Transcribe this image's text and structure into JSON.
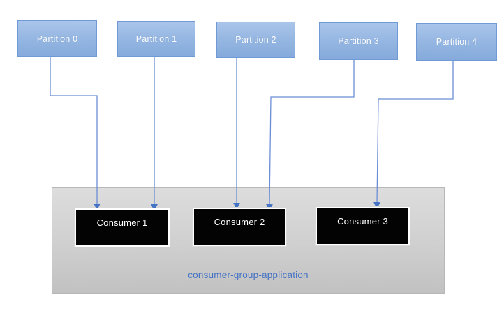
{
  "diagram": {
    "partitions": [
      {
        "label": "Partition 0"
      },
      {
        "label": "Partition 1"
      },
      {
        "label": "Partition 2"
      },
      {
        "label": "Partition 3"
      },
      {
        "label": "Partition 4"
      }
    ],
    "consumers": [
      {
        "label": "Consumer 1"
      },
      {
        "label": "Consumer 2"
      },
      {
        "label": "Consumer 3"
      }
    ],
    "group": {
      "label": "consumer-group-application"
    },
    "connections": [
      {
        "from": "Partition 0",
        "to": "Consumer 1"
      },
      {
        "from": "Partition 1",
        "to": "Consumer 1"
      },
      {
        "from": "Partition 2",
        "to": "Consumer 2"
      },
      {
        "from": "Partition 3",
        "to": "Consumer 2"
      },
      {
        "from": "Partition 4",
        "to": "Consumer 3"
      }
    ],
    "colors": {
      "partition_fill_top": "#aac5ea",
      "partition_fill_bottom": "#85aadb",
      "partition_border": "#6f9ad6",
      "connector_stroke": "#6b8ed4",
      "arrowhead": "#4472c4",
      "panel_fill_top": "#dddddd",
      "panel_fill_bottom": "#c1c1c1",
      "panel_border": "#b7b7b7",
      "consumer_fill": "#030303",
      "consumer_border": "#ffffff",
      "group_label": "#4472c4"
    }
  }
}
